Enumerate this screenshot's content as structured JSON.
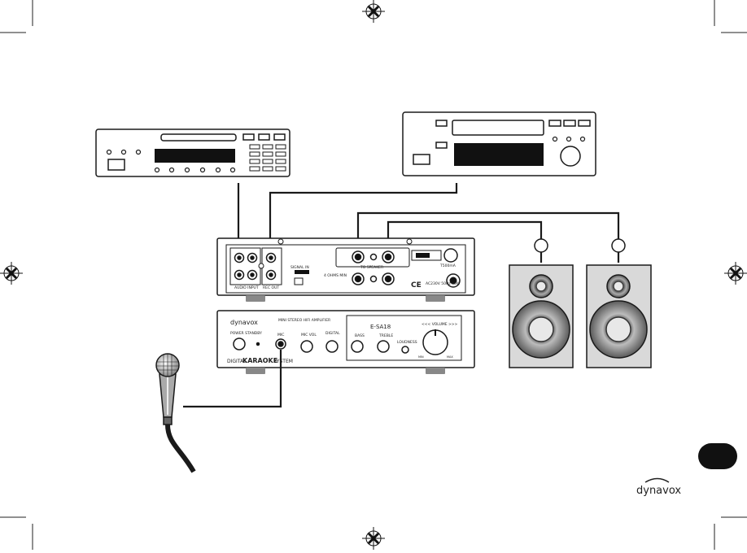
{
  "amplifier": {
    "model": "E-SA18",
    "subtitle": "MINI STEREO HIFI AMPLIFIER",
    "brand": "dynavox",
    "footer_left": "DIGITAL",
    "footer_mid": "KARAOKE",
    "footer_right": "SYSTEM",
    "power_label": "POWER STANDBY",
    "mic_label": "MIC",
    "mic_vol_label": "MIC VOL",
    "digital_label": "DIGITAL",
    "bass_label": "BASS",
    "treble_label": "TREBLE",
    "loudness_label": "LOUDNESS",
    "volume_label": "<<< VOLUME >>>",
    "min_label": "MIN",
    "max_label": "MAX"
  },
  "rear_panel": {
    "audio_input": "AUDIO INPUT",
    "rec_out": "REC OUT",
    "signal_in": "SIGNAL IN",
    "to_speaker": "TO SPEAKER",
    "fuse": "T500mA",
    "speaker_note": "4 OHMS MIN",
    "ce_mark": "CE",
    "voltage": "AC230V 50Hz 40W"
  },
  "page": {
    "logo_text": "dynavox"
  },
  "colors": {
    "line": "#1a1a1a",
    "display": "#111111",
    "panel": "#ffffff",
    "foot": "#888888",
    "cabinet": "#d9d9d9",
    "page_badge": "#111111"
  }
}
